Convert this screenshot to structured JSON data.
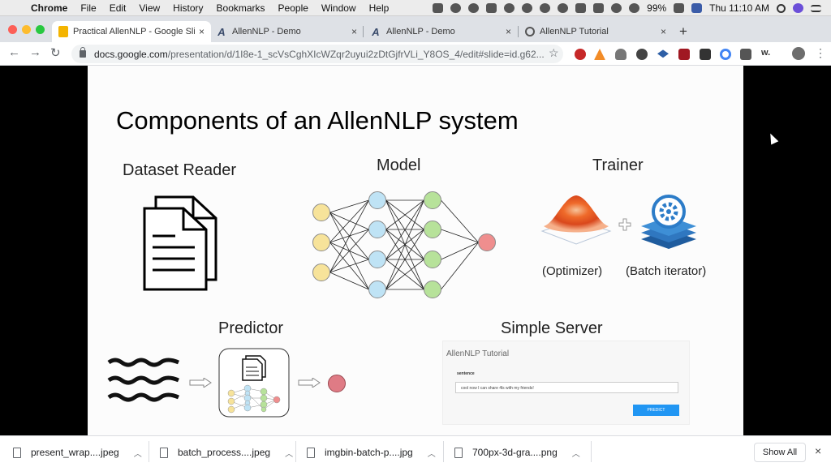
{
  "menubar": {
    "app": "Chrome",
    "items": [
      "File",
      "Edit",
      "View",
      "History",
      "Bookmarks",
      "People",
      "Window",
      "Help"
    ],
    "battery": "99%",
    "clock": "Thu 11:10 AM"
  },
  "tabs": [
    {
      "title": "Practical AllenNLP - Google Sli",
      "close": "×"
    },
    {
      "title": "AllenNLP - Demo",
      "close": "×"
    },
    {
      "title": "AllenNLP - Demo",
      "close": "×"
    },
    {
      "title": "AllenNLP Tutorial",
      "close": "×"
    }
  ],
  "new_tab": "+",
  "toolbar": {
    "back": "←",
    "forward": "→",
    "reload": "↻",
    "url_host": "docs.google.com",
    "url_path": "/presentation/d/1I8e-1_scVsCghXIcWZqr2uyui2zDtGjfrVLi_Y8OS_4/edit#slide=id.g62...",
    "star": "☆",
    "menu": "⋮"
  },
  "slide": {
    "title": "Components of an AllenNLP system",
    "dataset_reader": "Dataset Reader",
    "model": "Model",
    "trainer": "Trainer",
    "optimizer": "(Optimizer)",
    "batch_iterator": "(Batch iterator)",
    "predictor": "Predictor",
    "simple_server": "Simple Server",
    "server_preview": {
      "title": "AllenNLP Tutorial",
      "field_label": "sentence",
      "field_value": "cool now I can share 4ls with my friends!",
      "button": "PREDICT"
    }
  },
  "downloads": [
    {
      "name": "present_wrap....jpeg"
    },
    {
      "name": "batch_process....jpeg"
    },
    {
      "name": "imgbin-batch-p....jpg"
    },
    {
      "name": "700px-3d-gra....png"
    }
  ],
  "shelf": {
    "show_all": "Show All",
    "close": "×"
  },
  "colors": {
    "input_neuron": "#f7e39a",
    "hidden_neuron_1": "#bfe3f5",
    "hidden_neuron_2": "#b7e29a",
    "output_neuron": "#ef8e8e",
    "predict_button": "#2196f3"
  }
}
